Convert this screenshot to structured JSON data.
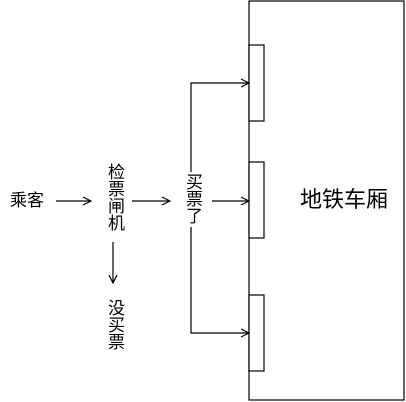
{
  "nodes": {
    "passenger": "乘客",
    "gate": "检票闸机",
    "bought": "买票了",
    "not_bought": "没买票",
    "carriage": "地铁车厢"
  },
  "colors": {
    "stroke": "#000000",
    "background": "#ffffff"
  }
}
